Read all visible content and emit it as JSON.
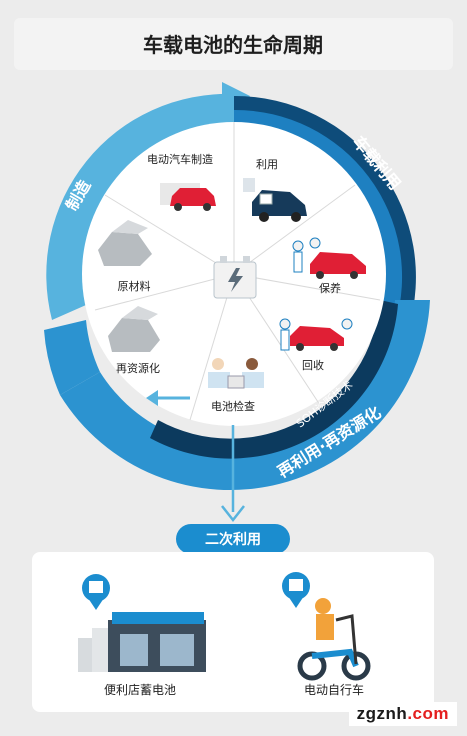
{
  "title": "车载电池的生命周期",
  "ring": {
    "manufacture": "制造",
    "vehicle_use": "车载利用",
    "reuse_recycle": "再利用·再资源化",
    "soh": "SOH诊断技术"
  },
  "segments": {
    "ev_manufacturing": "电动汽车制造",
    "use": "利用",
    "maintenance": "保养",
    "collection": "回收",
    "battery_inspection": "电池检查",
    "recycling": "再资源化",
    "raw_materials": "原材料"
  },
  "secondary": {
    "label": "二次利用",
    "items": [
      {
        "label": "便利店蓄电池"
      },
      {
        "label": "电动自行车"
      }
    ]
  },
  "watermark": {
    "main": "zgznh",
    "suffix": ".com"
  },
  "colors": {
    "light_blue": "#57b3de",
    "mid_blue": "#2f90c9",
    "dark_navy": "#0e3f64",
    "pill": "#1b8dcf",
    "car_red": "#e01f35"
  }
}
